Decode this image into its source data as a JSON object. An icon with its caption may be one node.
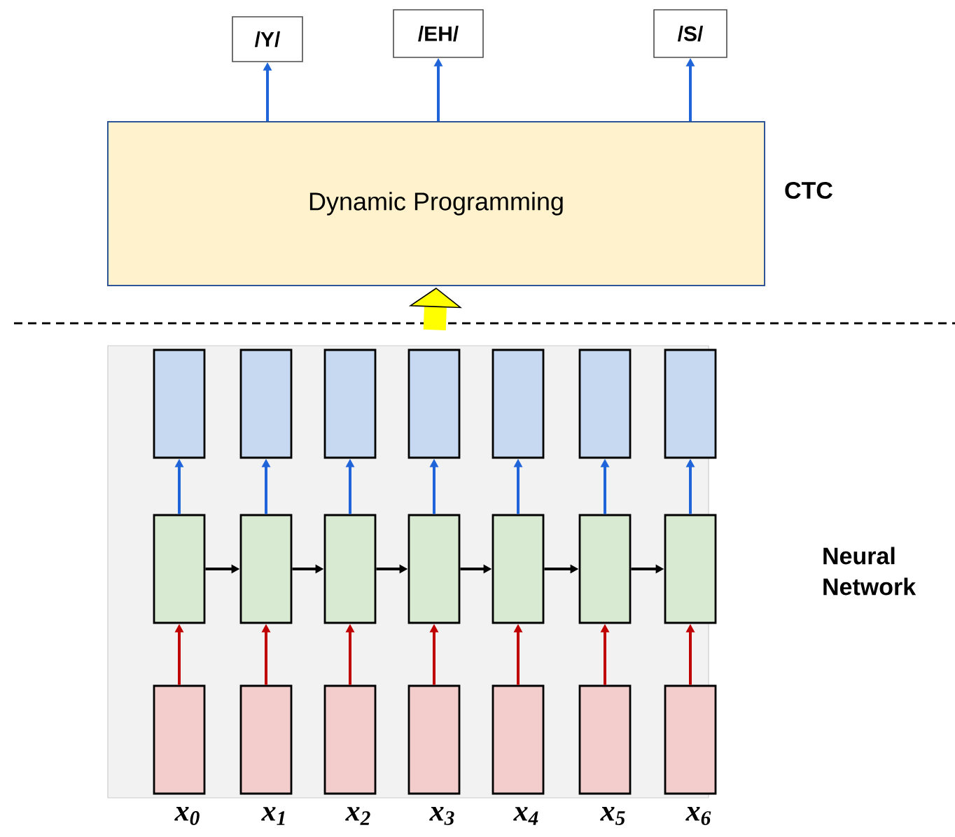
{
  "diagram": {
    "nodes": [
      {
        "text": [
          "/Y/"
        ]
      },
      {
        "text": [
          "/EH/"
        ]
      },
      {
        "text": [
          "/S/"
        ]
      },
      {
        "text": [
          "Dynamic Programming"
        ]
      },
      {
        "text": [],
        "shape": "box"
      },
      {
        "text": [],
        "shape": "box",
        "in": 4
      },
      {
        "text": [],
        "shape": "box",
        "in": 4
      },
      {
        "text": [],
        "shape": "box",
        "in": 4
      },
      {
        "text": [],
        "shape": "box",
        "in": 4
      },
      {
        "text": [],
        "shape": "box",
        "in": 4
      },
      {
        "text": [],
        "shape": "box",
        "in": 4
      },
      {
        "text": [],
        "shape": "box",
        "in": 4
      },
      {
        "text": [],
        "shape": "box",
        "in": 4
      },
      {
        "text": [],
        "shape": "box",
        "in": 4
      },
      {
        "text": [],
        "shape": "box",
        "in": 4
      },
      {
        "text": [],
        "shape": "box",
        "in": 4
      },
      {
        "text": [],
        "shape": "box",
        "in": 4
      },
      {
        "text": [],
        "shape": "box",
        "in": 4
      },
      {
        "text": [],
        "shape": "box",
        "in": 4
      },
      {
        "text": [],
        "shape": "box",
        "in": 4
      },
      {
        "text": [],
        "shape": "box",
        "in": 4
      },
      {
        "text": [],
        "shape": "box",
        "in": 4
      },
      {
        "text": [],
        "shape": "box",
        "in": 4
      },
      {
        "text": [],
        "shape": "box",
        "in": 4
      },
      {
        "text": [],
        "shape": "box",
        "in": 4
      },
      {
        "text": [],
        "shape": "box",
        "in": 4
      }
    ],
    "edges": [
      {
        "from": 3,
        "to": 0,
        "arrow": "to"
      },
      {
        "from": 3,
        "to": 1,
        "arrow": "to"
      },
      {
        "from": 3,
        "to": 2,
        "arrow": "to"
      },
      {
        "from": 4,
        "to": 3,
        "arrow": "to",
        "style": "thick",
        "color": "#ffff00"
      },
      {
        "from": 12,
        "to": 5,
        "arrow": "to"
      },
      {
        "from": 13,
        "to": 6,
        "arrow": "to"
      },
      {
        "from": 14,
        "to": 7,
        "arrow": "to"
      },
      {
        "from": 15,
        "to": 8,
        "arrow": "to"
      },
      {
        "from": 16,
        "to": 9,
        "arrow": "to"
      },
      {
        "from": 17,
        "to": 10,
        "arrow": "to"
      },
      {
        "from": 18,
        "to": 11,
        "arrow": "to"
      },
      {
        "from": 12,
        "to": 13,
        "arrow": "to",
        "color": "#000000"
      },
      {
        "from": 13,
        "to": 14,
        "arrow": "to",
        "color": "#000000"
      },
      {
        "from": 14,
        "to": 15,
        "arrow": "to",
        "color": "#000000"
      },
      {
        "from": 15,
        "to": 16,
        "arrow": "to",
        "color": "#000000"
      },
      {
        "from": 16,
        "to": 17,
        "arrow": "to",
        "color": "#000000"
      },
      {
        "from": 17,
        "to": 18,
        "arrow": "to",
        "color": "#000000"
      },
      {
        "from": 19,
        "to": 12,
        "arrow": "to",
        "color": "#c00000"
      },
      {
        "from": 20,
        "to": 13,
        "arrow": "to",
        "color": "#c00000"
      },
      {
        "from": 21,
        "to": 14,
        "arrow": "to",
        "color": "#c00000"
      },
      {
        "from": 22,
        "to": 15,
        "arrow": "to",
        "color": "#c00000"
      },
      {
        "from": 23,
        "to": 16,
        "arrow": "to",
        "color": "#c00000"
      },
      {
        "from": 24,
        "to": 17,
        "arrow": "to",
        "color": "#c00000"
      },
      {
        "from": 25,
        "to": 18,
        "arrow": "to",
        "color": "#c00000"
      }
    ],
    "labels": [
      "CTC",
      "Neural Network",
      "x$_{0}$",
      "x$_{1}$",
      "x$_{2}$",
      "x$_{3}$",
      "x$_{4}$",
      "x$_{5}$",
      "x$_{6}$"
    ]
  }
}
